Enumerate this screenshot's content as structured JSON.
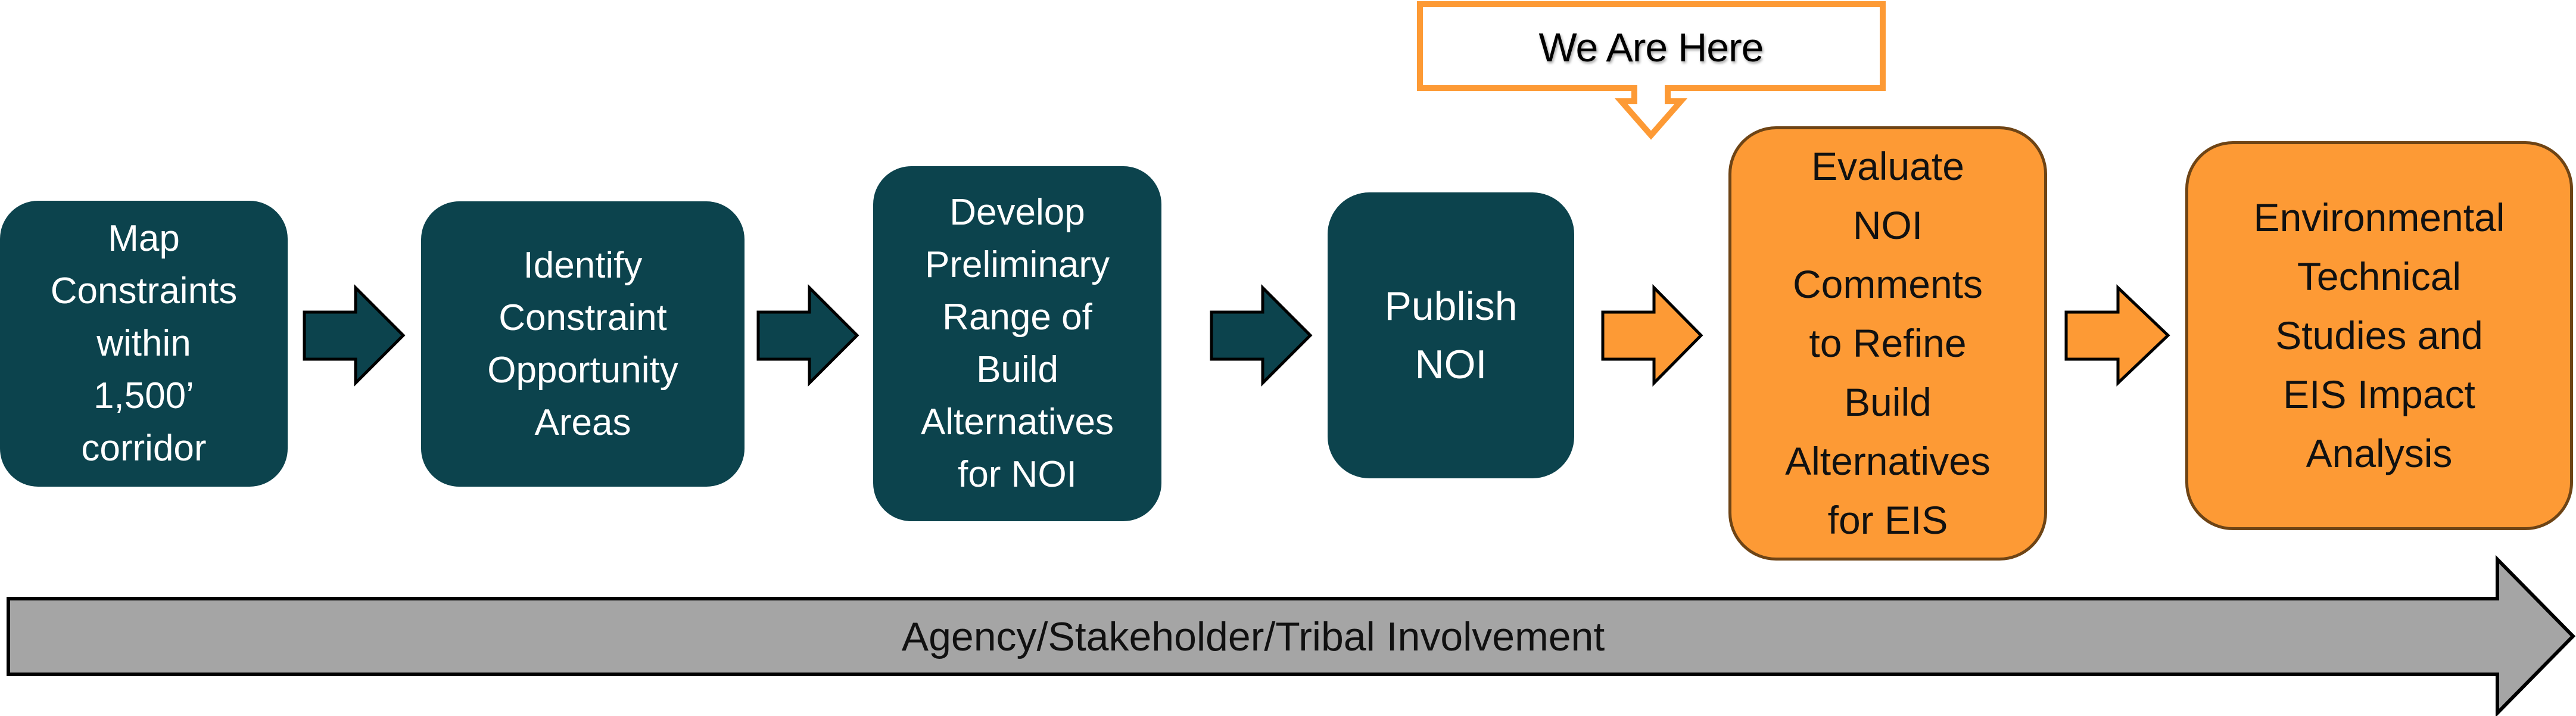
{
  "diagram": {
    "title": "EIS process flow",
    "colors": {
      "completed_step": "#0c434d",
      "upcoming_step": "#fd9a35",
      "upcoming_border": "#6e4415",
      "callout": "#fd9a35",
      "involvement_bar": "#a5a5a5",
      "arrow_outline": "#000000"
    },
    "steps": [
      {
        "label": "Map\nConstraints\nwithin\n1,500’\ncorridor",
        "status": "completed"
      },
      {
        "label": "Identify\nConstraint\nOpportunity\nAreas",
        "status": "completed"
      },
      {
        "label": "Develop\nPreliminary\nRange of\nBuild\nAlternatives\nfor NOI",
        "status": "completed"
      },
      {
        "label": "Publish\nNOI",
        "status": "completed"
      },
      {
        "label": "Evaluate\nNOI\nComments\nto Refine\nBuild\nAlternatives\nfor EIS",
        "status": "upcoming"
      },
      {
        "label": "Environmental\nTechnical\nStudies and\nEIS Impact\nAnalysis",
        "status": "upcoming"
      }
    ],
    "connectors": [
      {
        "from": 0,
        "to": 1,
        "color": "teal"
      },
      {
        "from": 1,
        "to": 2,
        "color": "teal"
      },
      {
        "from": 2,
        "to": 3,
        "color": "teal"
      },
      {
        "from": 3,
        "to": 4,
        "color": "orange"
      },
      {
        "from": 4,
        "to": 5,
        "color": "orange"
      }
    ],
    "callout": {
      "label": "We Are Here",
      "points_to_step": 4
    },
    "involvement_bar": {
      "label": "Agency/Stakeholder/Tribal Involvement"
    }
  }
}
